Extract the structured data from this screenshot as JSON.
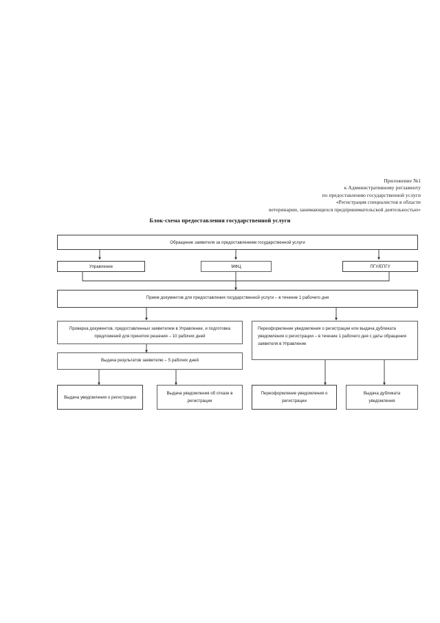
{
  "document": {
    "header_lines": [
      "Приложение №1",
      "к Административному регламенту",
      "по предоставлению государственной услуги",
      "«Регистрация специалистов в области",
      "ветеринарии, занимающихся предпринимательской деятельностью»"
    ],
    "title": "Блок-схема предоставления государственной услуги"
  },
  "colors": {
    "page_background": "#ffffff",
    "text": "#1b1b1b",
    "border_thin": "#3a3a3a",
    "border_medium": "#5c5c5c",
    "connector": "#2b2b2b"
  },
  "flowchart": {
    "type": "flowchart",
    "orientation": "top-down",
    "nodes": [
      {
        "id": "start",
        "label": "Обращение заявителя за предоставлением государственной услуги",
        "level": 1
      },
      {
        "id": "upravlenie",
        "label": "Управление",
        "level": 2
      },
      {
        "id": "mfc",
        "label": "МФЦ",
        "level": 2
      },
      {
        "id": "pgu",
        "label": "ПГУ/ЕПГУ",
        "level": 2
      },
      {
        "id": "priem",
        "label": "Прием документов для предоставления государственной услуги – в течение 1 рабочего дня",
        "level": 3
      },
      {
        "id": "proverka",
        "label": "Проверка документов, предоставленных заявителем в Управление, и подготовка предложений для принятия решения – 10 рабочих дней",
        "level": 4
      },
      {
        "id": "pereoformlenie-proc",
        "label": "Переоформление уведомления о регистрации или выдача дубликата уведомления  о регистрации – в течение 1 рабочего дня с даты обращения заявителя в Управление",
        "level": 4
      },
      {
        "id": "vydacha-rezultatov",
        "label": "Выдача результатов заявителю – 5 рабочих дней",
        "level": 5
      },
      {
        "id": "uvedomlenie-reg",
        "label": "Выдача уведомления о регистрации",
        "level": 6
      },
      {
        "id": "uvedomlenie-otkaz",
        "label": "Выдача уведомления об отказе в регистрации",
        "level": 6
      },
      {
        "id": "pereoformlenie-res",
        "label": "Переоформление уведомления о регистрации",
        "level": 6
      },
      {
        "id": "dublikat",
        "label": "Выдача дубликата уведомления",
        "level": 6
      }
    ],
    "edges": [
      {
        "from": "start",
        "to": "upravlenie"
      },
      {
        "from": "start",
        "to": "mfc"
      },
      {
        "from": "start",
        "to": "pgu"
      },
      {
        "from": "upravlenie",
        "to": "priem"
      },
      {
        "from": "mfc",
        "to": "priem"
      },
      {
        "from": "pgu",
        "to": "priem"
      },
      {
        "from": "priem",
        "to": "proverka"
      },
      {
        "from": "priem",
        "to": "pereoformlenie-proc"
      },
      {
        "from": "proverka",
        "to": "vydacha-rezultatov"
      },
      {
        "from": "vydacha-rezultatov",
        "to": "uvedomlenie-reg"
      },
      {
        "from": "vydacha-rezultatov",
        "to": "uvedomlenie-otkaz"
      },
      {
        "from": "pereoformlenie-proc",
        "to": "pereoformlenie-res"
      },
      {
        "from": "pereoformlenie-proc",
        "to": "dublikat"
      }
    ]
  }
}
